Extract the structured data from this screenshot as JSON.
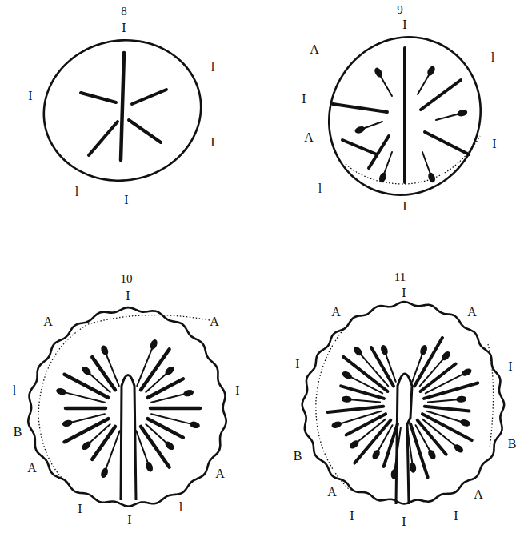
{
  "diagram": {
    "labels": [
      "8",
      "I",
      "I",
      "l",
      "I",
      "l",
      "I",
      "9",
      "I",
      "A",
      "l",
      "I",
      "A",
      "I",
      "l",
      "I",
      "10",
      "I",
      "A",
      "A",
      "l",
      "I",
      "B",
      "A",
      "A",
      "I",
      "l",
      "I",
      "11",
      "A",
      "I",
      "A",
      "I",
      "I",
      "B",
      "B",
      "A",
      "A",
      "I",
      "I",
      "I"
    ]
  }
}
